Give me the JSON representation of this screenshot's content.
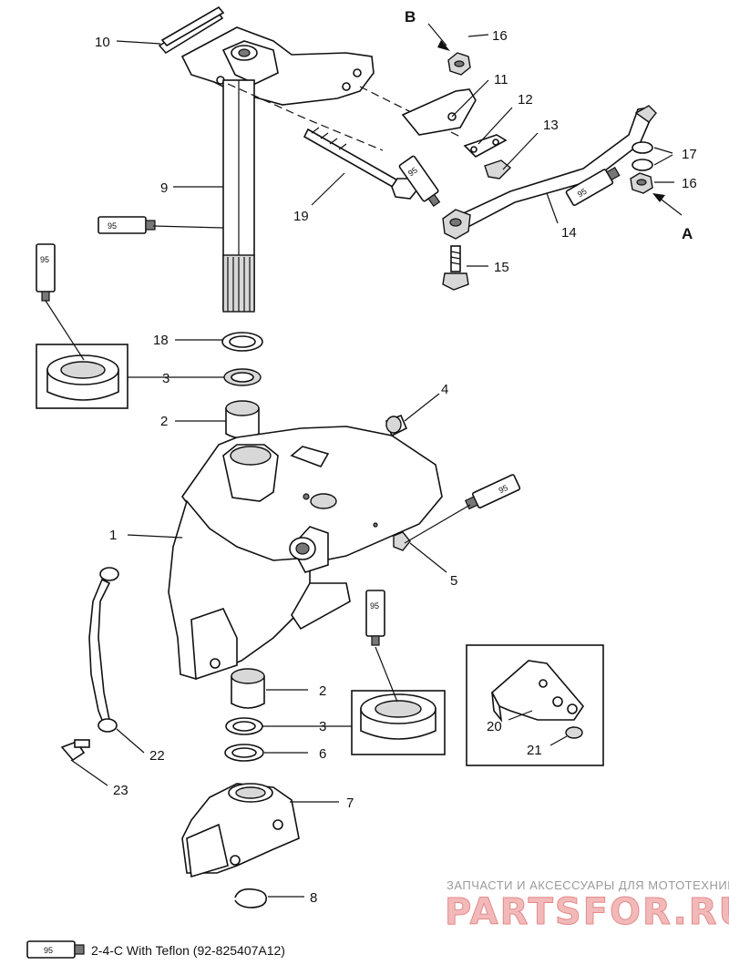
{
  "diagram": {
    "callouts": [
      {
        "id": "c10",
        "text": "10"
      },
      {
        "id": "cB",
        "text": "B"
      },
      {
        "id": "c16a",
        "text": "16"
      },
      {
        "id": "c11",
        "text": "11"
      },
      {
        "id": "c12",
        "text": "12"
      },
      {
        "id": "c13",
        "text": "13"
      },
      {
        "id": "c17",
        "text": "17"
      },
      {
        "id": "c16b",
        "text": "16"
      },
      {
        "id": "cA",
        "text": "A"
      },
      {
        "id": "c9",
        "text": "9"
      },
      {
        "id": "c19",
        "text": "19"
      },
      {
        "id": "c14",
        "text": "14"
      },
      {
        "id": "c15",
        "text": "15"
      },
      {
        "id": "c18",
        "text": "18"
      },
      {
        "id": "c3a",
        "text": "3"
      },
      {
        "id": "c2a",
        "text": "2"
      },
      {
        "id": "c4",
        "text": "4"
      },
      {
        "id": "c1",
        "text": "1"
      },
      {
        "id": "c5",
        "text": "5"
      },
      {
        "id": "c2b",
        "text": "2"
      },
      {
        "id": "c3b",
        "text": "3"
      },
      {
        "id": "c6",
        "text": "6"
      },
      {
        "id": "c20",
        "text": "20"
      },
      {
        "id": "c21",
        "text": "21"
      },
      {
        "id": "c22",
        "text": "22"
      },
      {
        "id": "c23",
        "text": "23"
      },
      {
        "id": "c7",
        "text": "7"
      },
      {
        "id": "c8",
        "text": "8"
      }
    ],
    "tube_label": "95"
  },
  "footer": {
    "tube_label": "95",
    "legend_text": "2-4-C  With Teflon (92-825407A12)"
  },
  "watermark": {
    "caption": "ЗАПЧАСТИ И АКСЕССУАРЫ ДЛЯ МОТОТЕХНИКИ",
    "brand": "PARTSFOR.RU"
  },
  "colors": {
    "line": "#111111",
    "shade": "#d8d8d8",
    "watermark": "#e48a8a"
  }
}
